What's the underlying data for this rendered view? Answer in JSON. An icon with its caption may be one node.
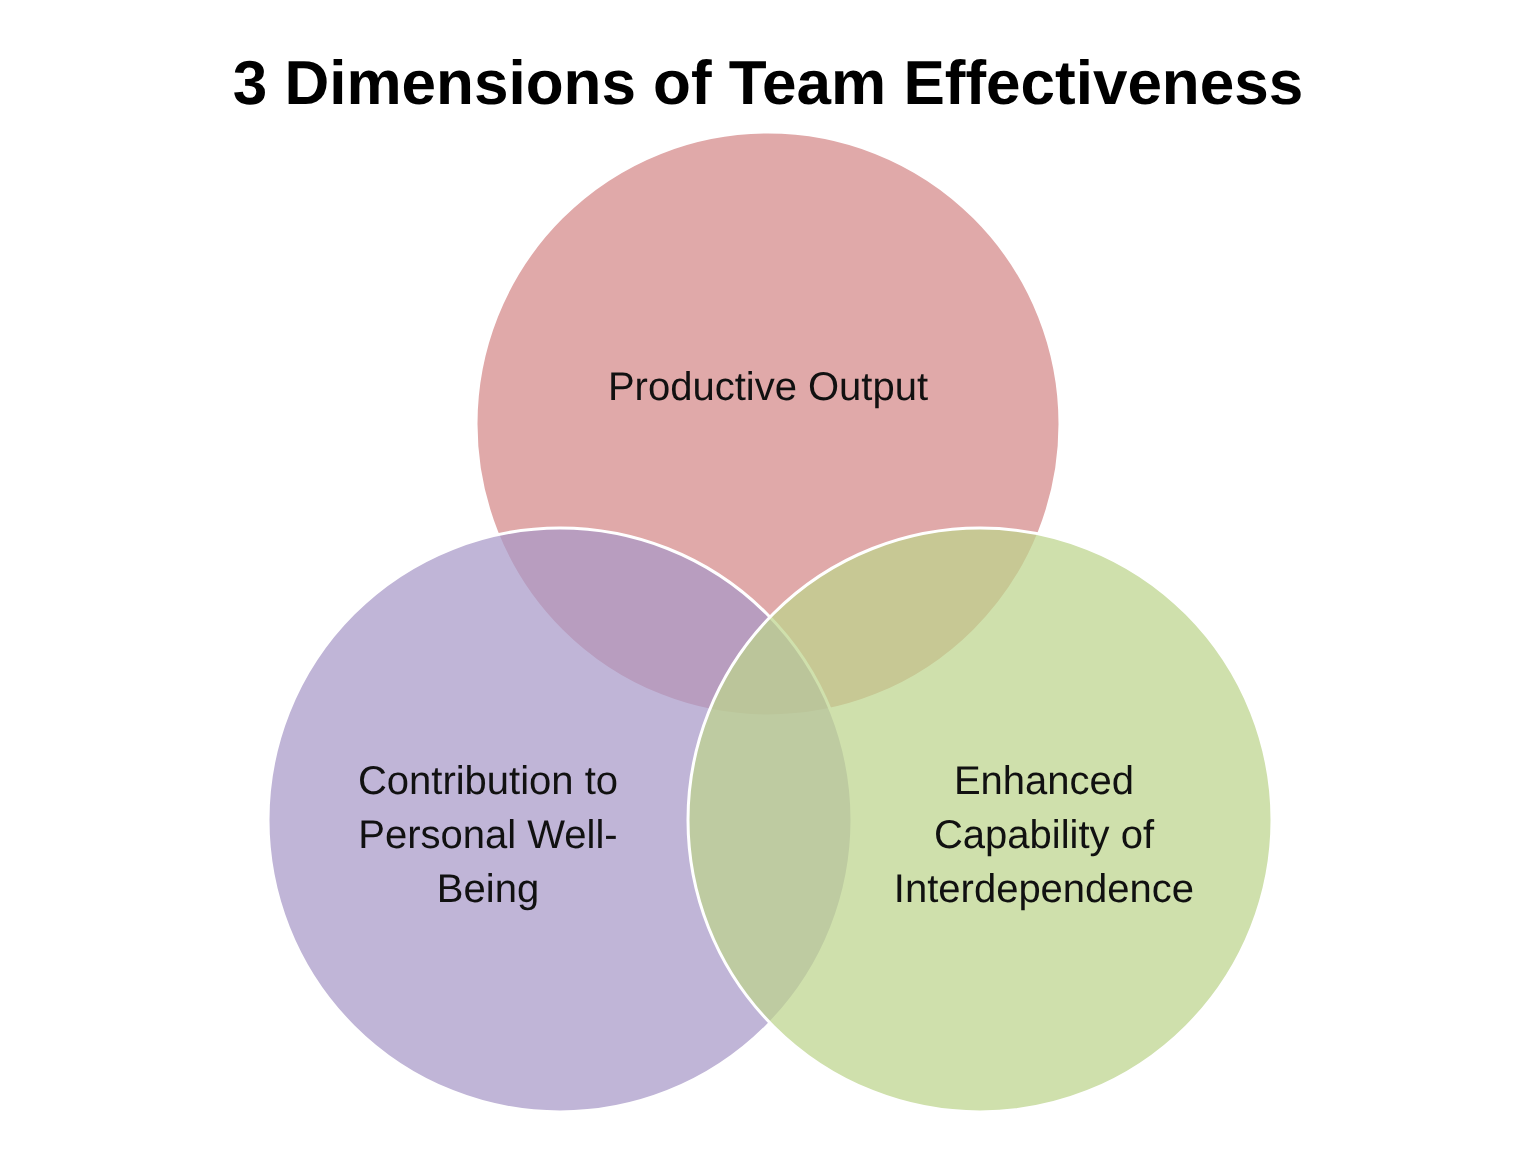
{
  "diagram": {
    "title": "3 Dimensions of Team Effectiveness",
    "nodes": [
      {
        "text": [
          "Productive Output"
        ]
      },
      {
        "text": [
          "Contribution to Personal Well-Being"
        ]
      },
      {
        "text": [
          "Enhanced Capability of Interdependence"
        ]
      }
    ]
  }
}
